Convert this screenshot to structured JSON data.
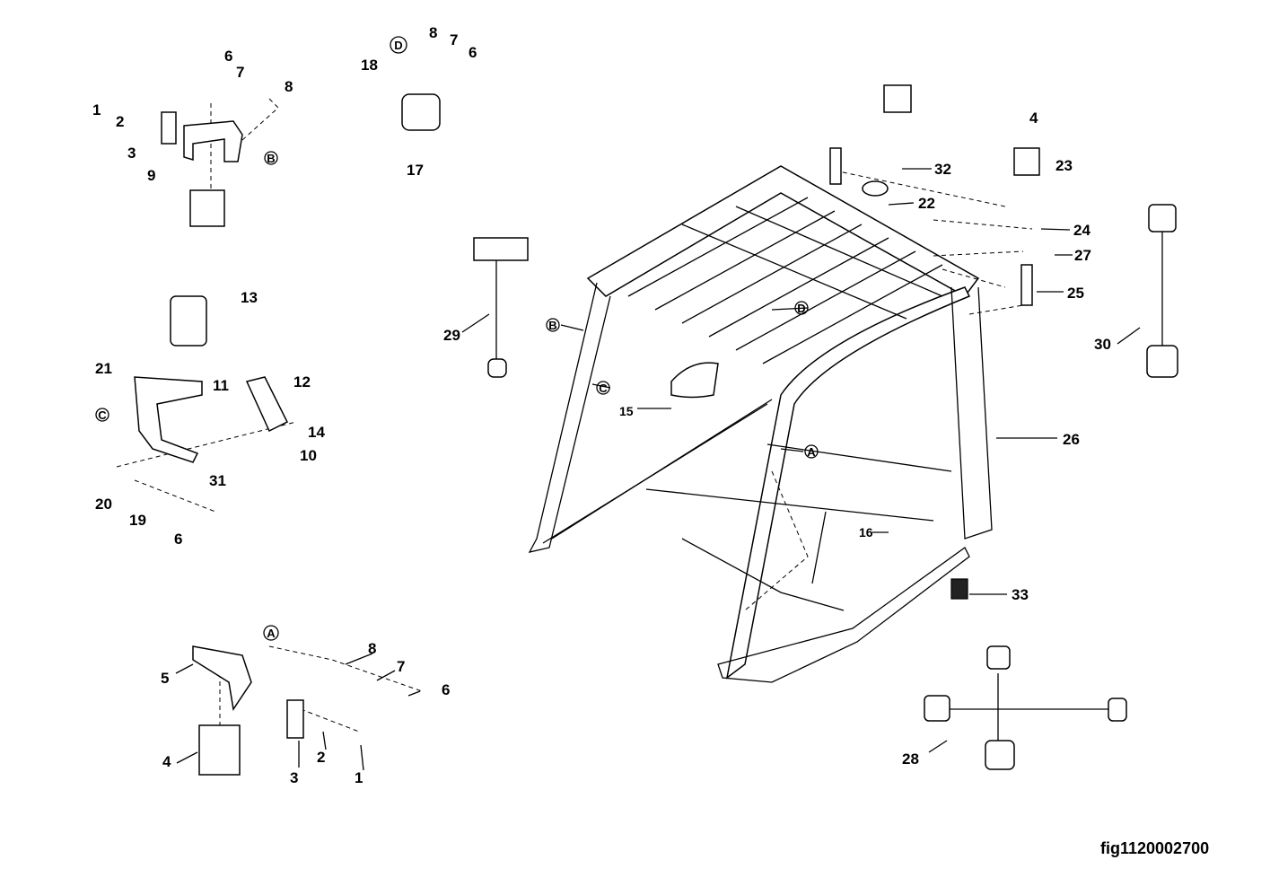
{
  "figure_id": "fig1120002700",
  "refs": {
    "A": "A",
    "B": "B",
    "C": "C",
    "D": "D"
  },
  "callouts": {
    "tl_6": "6",
    "tl_7": "7",
    "tl_8": "8",
    "tl_1": "1",
    "tl_2": "2",
    "tl_3": "3",
    "tl_9": "9",
    "tm_8": "8",
    "tm_7": "7",
    "tm_6": "6",
    "tm_18": "18",
    "tm_17": "17",
    "ml_13": "13",
    "ml_21": "21",
    "ml_11": "11",
    "ml_12": "12",
    "ml_14": "14",
    "ml_10": "10",
    "ml_31": "31",
    "ml_20": "20",
    "ml_19": "19",
    "ml_6": "6",
    "bl_8": "8",
    "bl_7": "7",
    "bl_6": "6",
    "bl_5": "5",
    "bl_4": "4",
    "bl_3": "3",
    "bl_2": "2",
    "bl_1": "1",
    "c_29": "29",
    "c_15": "15",
    "c_16": "16",
    "c_26": "26",
    "c_33": "33",
    "r_4": "4",
    "r_23": "23",
    "r_32": "32",
    "r_22": "22",
    "r_24": "24",
    "r_27": "27",
    "r_25": "25",
    "r_30": "30",
    "r_28": "28"
  }
}
